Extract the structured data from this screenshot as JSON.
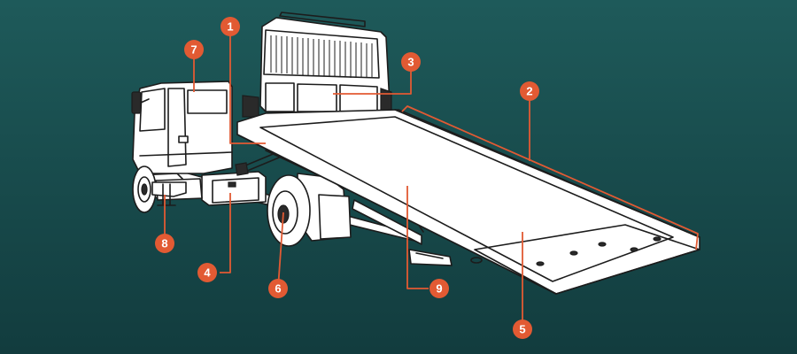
{
  "colors": {
    "background_top": "#1e5a5a",
    "background_bottom": "#123c3e",
    "callout": "#e25a33",
    "drawing_fill": "#ffffff",
    "drawing_stroke": "#1c1c1c"
  },
  "callouts": [
    {
      "label": "1"
    },
    {
      "label": "2"
    },
    {
      "label": "3"
    },
    {
      "label": "4"
    },
    {
      "label": "5"
    },
    {
      "label": "6"
    },
    {
      "label": "7"
    },
    {
      "label": "8"
    },
    {
      "label": "9"
    }
  ]
}
